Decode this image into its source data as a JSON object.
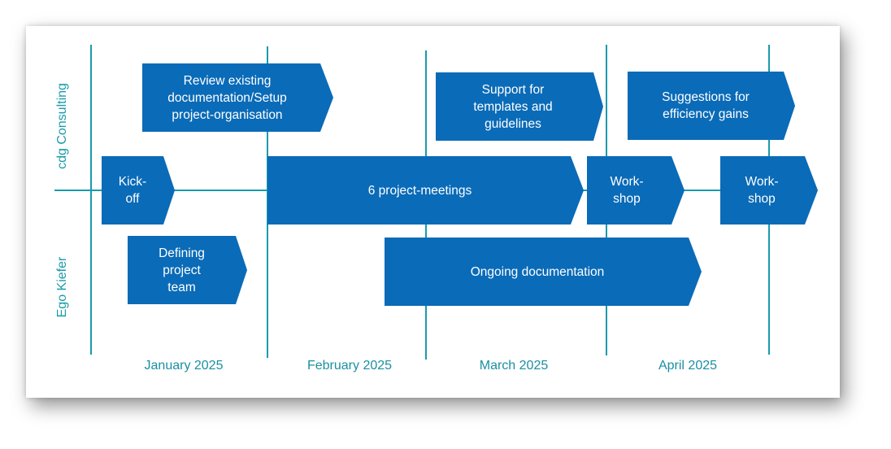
{
  "diagram": {
    "lane_labels": {
      "top": "cdg Consulting",
      "bottom": "Ego Kiefer"
    },
    "months": [
      "January 2025",
      "February 2025",
      "March 2025",
      "April 2025"
    ],
    "activities": {
      "review": "Review existing\ndocumentation/Setup\nproject-organisation",
      "support": "Support for\ntemplates and\nguidelines",
      "suggestions": "Suggestions for\nefficiency gains",
      "kickoff": "Kick-\noff",
      "meetings": "6 project-meetings",
      "workshop_1": "Work-\nshop",
      "workshop_2": "Work-\nshop",
      "defining": "Defining\nproject\nteam",
      "ongoing": "Ongoing documentation"
    },
    "colors": {
      "arrow_fill": "#0a6bb8",
      "line": "#1a9bab",
      "text_accent": "#1a8fa3"
    }
  }
}
